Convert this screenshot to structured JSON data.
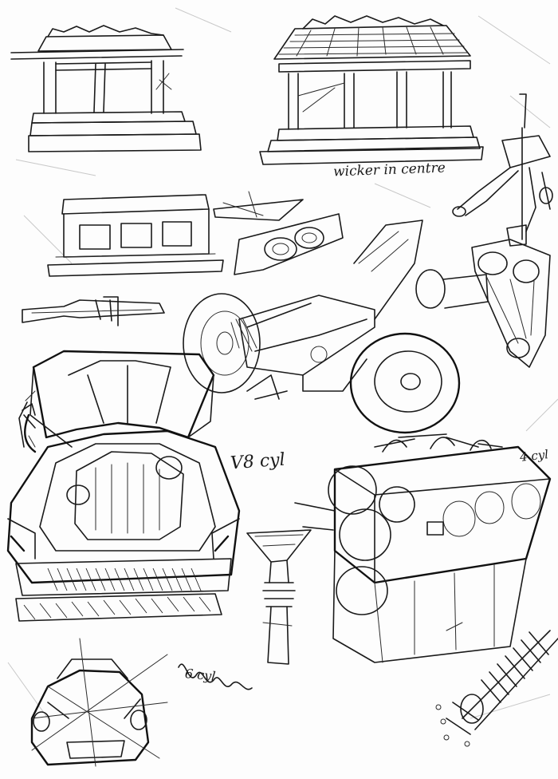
{
  "annotations": {
    "wicker": "wicker in centre",
    "v8": "V8 cyl",
    "four_cyl": "4 cyl",
    "six_cyl": "6 cyl"
  }
}
